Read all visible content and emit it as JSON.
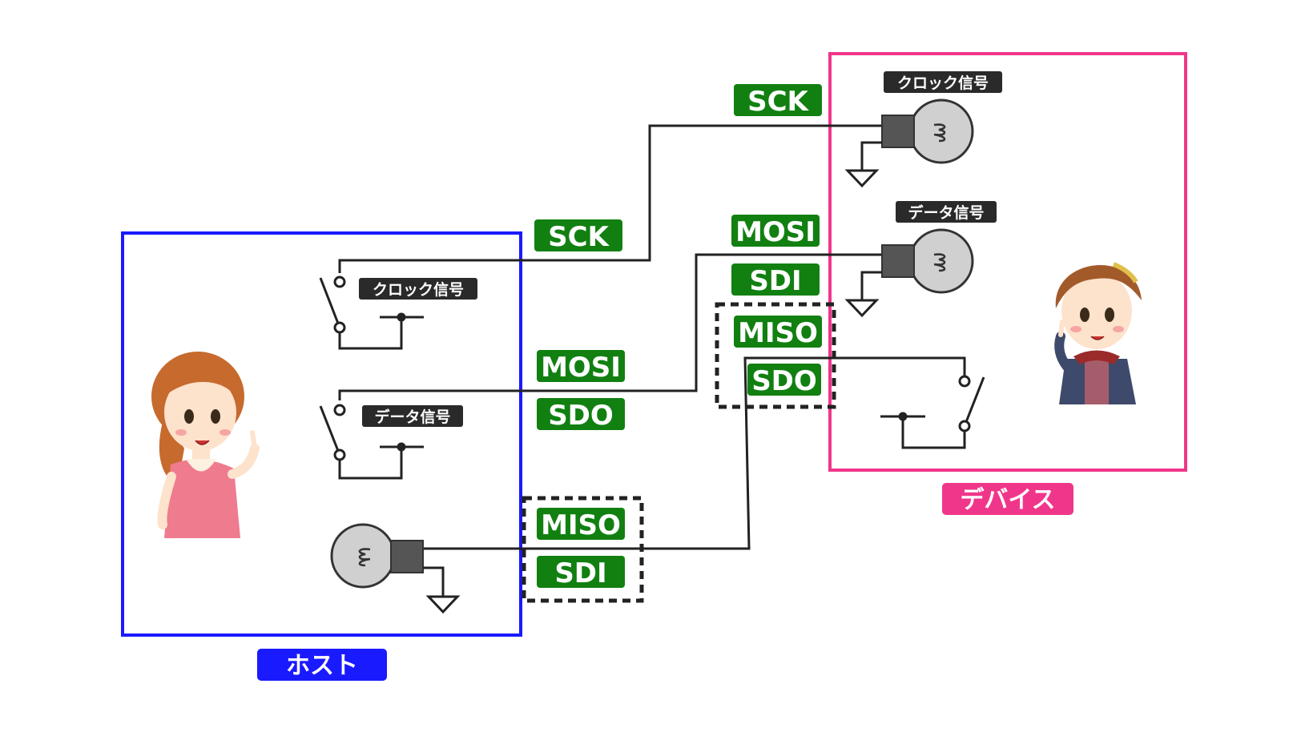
{
  "host": {
    "label": "ホスト",
    "clock_label": "クロック信号",
    "data_label": "データ信号",
    "accent": "#1a1aff"
  },
  "device": {
    "label": "デバイス",
    "clock_label": "クロック信号",
    "data_label": "データ信号",
    "accent": "#f0368a"
  },
  "signals": {
    "sck_host": "SCK",
    "mosi_host": "MOSI",
    "sdo_host": "SDO",
    "miso_host": "MISO",
    "sdi_host": "SDI",
    "sck_device": "SCK",
    "mosi_device": "MOSI",
    "sdi_device": "SDI",
    "miso_device": "MISO",
    "sdo_device": "SDO"
  },
  "colors": {
    "signal_tag": "#118011",
    "caption_tag": "#2a2a2a",
    "wire": "#222222",
    "bulb": "#d0d0d0"
  },
  "icons": [
    "switch-icon",
    "bulb-icon",
    "ground-icon",
    "girl-character",
    "boy-character"
  ]
}
